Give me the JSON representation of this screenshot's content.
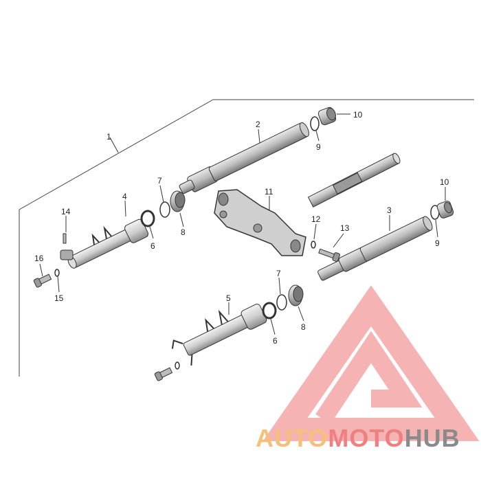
{
  "diagram": {
    "callouts": {
      "c1": "1",
      "c2": "2",
      "c3": "3",
      "c4": "4",
      "c5": "5",
      "c6a": "6",
      "c6b": "6",
      "c7a": "7",
      "c7b": "7",
      "c8a": "8",
      "c8b": "8",
      "c9a": "9",
      "c9b": "9",
      "c10a": "10",
      "c10b": "10",
      "c11": "11",
      "c12": "12",
      "c13": "13",
      "c14": "14",
      "c15": "15",
      "c16": "16"
    }
  },
  "watermark": {
    "part1": "AUTO",
    "part2": "MOTO",
    "part3": "HUB",
    "colors": {
      "auto": "#f7c07a",
      "moto": "#f08080",
      "hub": "#8a8a8a",
      "logo": "#f4a6a6"
    }
  }
}
